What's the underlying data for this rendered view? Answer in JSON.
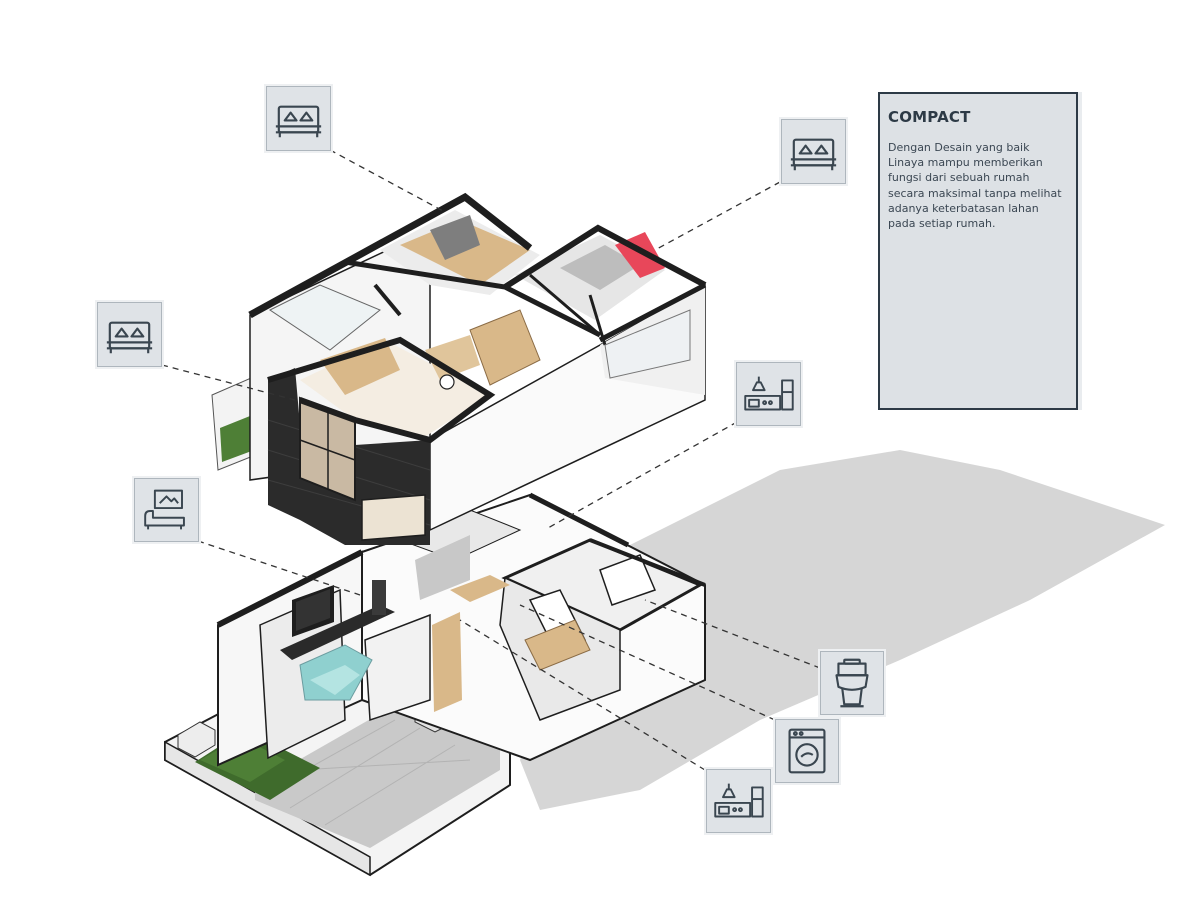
{
  "info_card": {
    "title": "COMPACT",
    "body": "Dengan Desain yang baik Linaya mampu memberikan fungsi dari sebuah rumah secara maksimal tanpa melihat adanya keterbatasan lahan pada setiap rumah."
  },
  "icons": [
    {
      "name": "bedroom-icon",
      "icon": "bed"
    },
    {
      "name": "bedroom-icon",
      "icon": "bed"
    },
    {
      "name": "bedroom-icon",
      "icon": "bed"
    },
    {
      "name": "kitchen-icon",
      "icon": "kitchen"
    },
    {
      "name": "living-room-icon",
      "icon": "sofa"
    },
    {
      "name": "toilet-icon",
      "icon": "toilet"
    },
    {
      "name": "washing-machine-icon",
      "icon": "washing-machine"
    },
    {
      "name": "kitchen-icon",
      "icon": "kitchen"
    }
  ],
  "colors": {
    "icon_box": "#dfe3e7",
    "card_border": "#2d3a46",
    "wall_dark": "#2b2b2b",
    "shadow": "#d3d3d3",
    "accent_red": "#e8475a",
    "grass": "#3f6b2c",
    "wood": "#d9b889"
  }
}
